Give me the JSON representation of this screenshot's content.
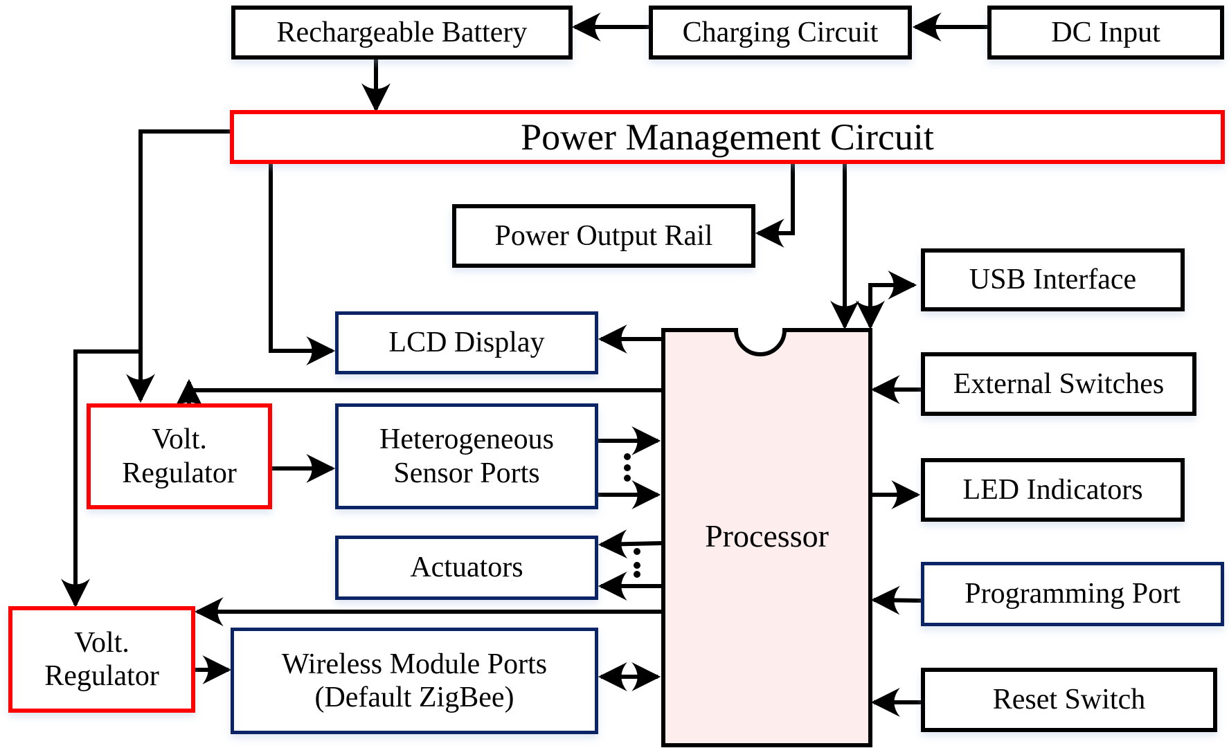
{
  "diagram": {
    "title": "Power and I/O block diagram",
    "colors": {
      "power_border": "#ff0000",
      "io_border": "#0b2466",
      "default_border": "#000000",
      "processor_fill": "#fdeeed",
      "wire": "#000000"
    },
    "blocks": {
      "rechargeable_battery": "Rechargeable Battery",
      "charging_circuit": "Charging Circuit",
      "dc_input": "DC Input",
      "power_management": "Power Management Circuit",
      "power_output_rail": "Power Output Rail",
      "usb_interface": "USB Interface",
      "lcd_display": "LCD Display",
      "external_switches": "External Switches",
      "volt_regulator_1": "Volt.\nRegulator",
      "sensor_ports": "Heterogeneous\nSensor Ports",
      "led_indicators": "LED Indicators",
      "processor": "Processor",
      "actuators": "Actuators",
      "programming_port": "Programming Port",
      "volt_regulator_2": "Volt.\nRegulator",
      "wireless_ports": "Wireless Module Ports\n(Default ZigBee)",
      "reset_switch": "Reset Switch"
    },
    "connections": [
      {
        "from": "DC Input",
        "to": "Charging Circuit"
      },
      {
        "from": "Charging Circuit",
        "to": "Rechargeable Battery"
      },
      {
        "from": "Rechargeable Battery",
        "to": "Power Management Circuit"
      },
      {
        "from": "Power Management Circuit",
        "to": "Power Output Rail"
      },
      {
        "from": "Power Management Circuit",
        "to": "Processor"
      },
      {
        "from": "Power Management Circuit",
        "to": "LCD Display"
      },
      {
        "from": "Power Management Circuit",
        "to": "Volt. Regulator (1)"
      },
      {
        "from": "Power Management Circuit",
        "to": "Volt. Regulator (2)"
      },
      {
        "from": "Processor",
        "to": "USB Interface",
        "bidirectional": true
      },
      {
        "from": "Processor",
        "to": "LCD Display"
      },
      {
        "from": "Processor",
        "to": "Volt. Regulator (1)"
      },
      {
        "from": "Volt. Regulator (1)",
        "to": "Heterogeneous Sensor Ports"
      },
      {
        "from": "Heterogeneous Sensor Ports",
        "to": "Processor"
      },
      {
        "from": "Processor",
        "to": "Actuators"
      },
      {
        "from": "Processor",
        "to": "Volt. Regulator (2)"
      },
      {
        "from": "Volt. Regulator (2)",
        "to": "Wireless Module Ports"
      },
      {
        "from": "Wireless Module Ports",
        "to": "Processor",
        "bidirectional": true
      },
      {
        "from": "External Switches",
        "to": "Processor"
      },
      {
        "from": "Processor",
        "to": "LED Indicators"
      },
      {
        "from": "Programming Port",
        "to": "Processor"
      },
      {
        "from": "Reset Switch",
        "to": "Processor"
      }
    ]
  }
}
